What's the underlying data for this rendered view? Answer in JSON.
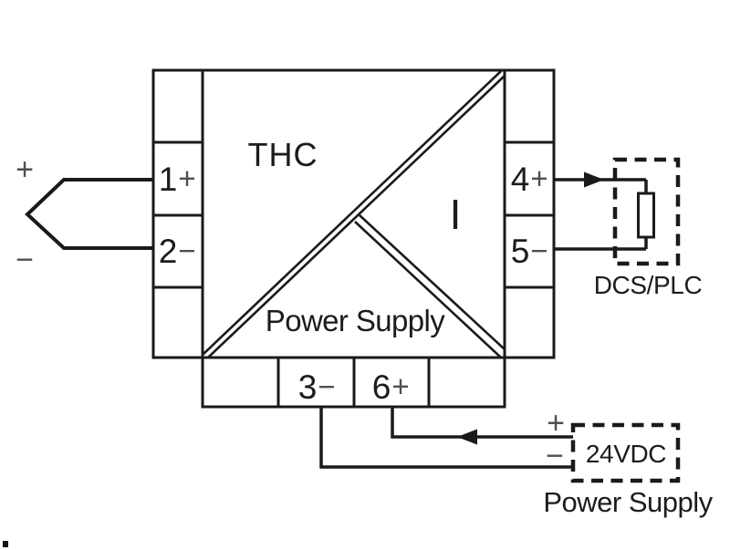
{
  "device": {
    "input_type_label": "THC",
    "output_type_label": "I",
    "power_section_label": "Power Supply"
  },
  "terminals": {
    "t1": {
      "num": "1",
      "sign": "+"
    },
    "t2": {
      "num": "2",
      "sign": "−"
    },
    "t3": {
      "num": "3",
      "sign": "−"
    },
    "t4": {
      "num": "4",
      "sign": "+"
    },
    "t5": {
      "num": "5",
      "sign": "−"
    },
    "t6": {
      "num": "6",
      "sign": "+"
    }
  },
  "input_sensor": {
    "polarity_plus": "+",
    "polarity_minus": "−"
  },
  "output_load": {
    "label": "DCS/PLC"
  },
  "power_supply": {
    "voltage_label": "24VDC",
    "name_label": "Power Supply",
    "polarity_plus": "+",
    "polarity_minus": "−"
  },
  "colors": {
    "line": "#1a1a1a",
    "polarity_sign": "#4f4f4f",
    "background": "#ffffff"
  }
}
